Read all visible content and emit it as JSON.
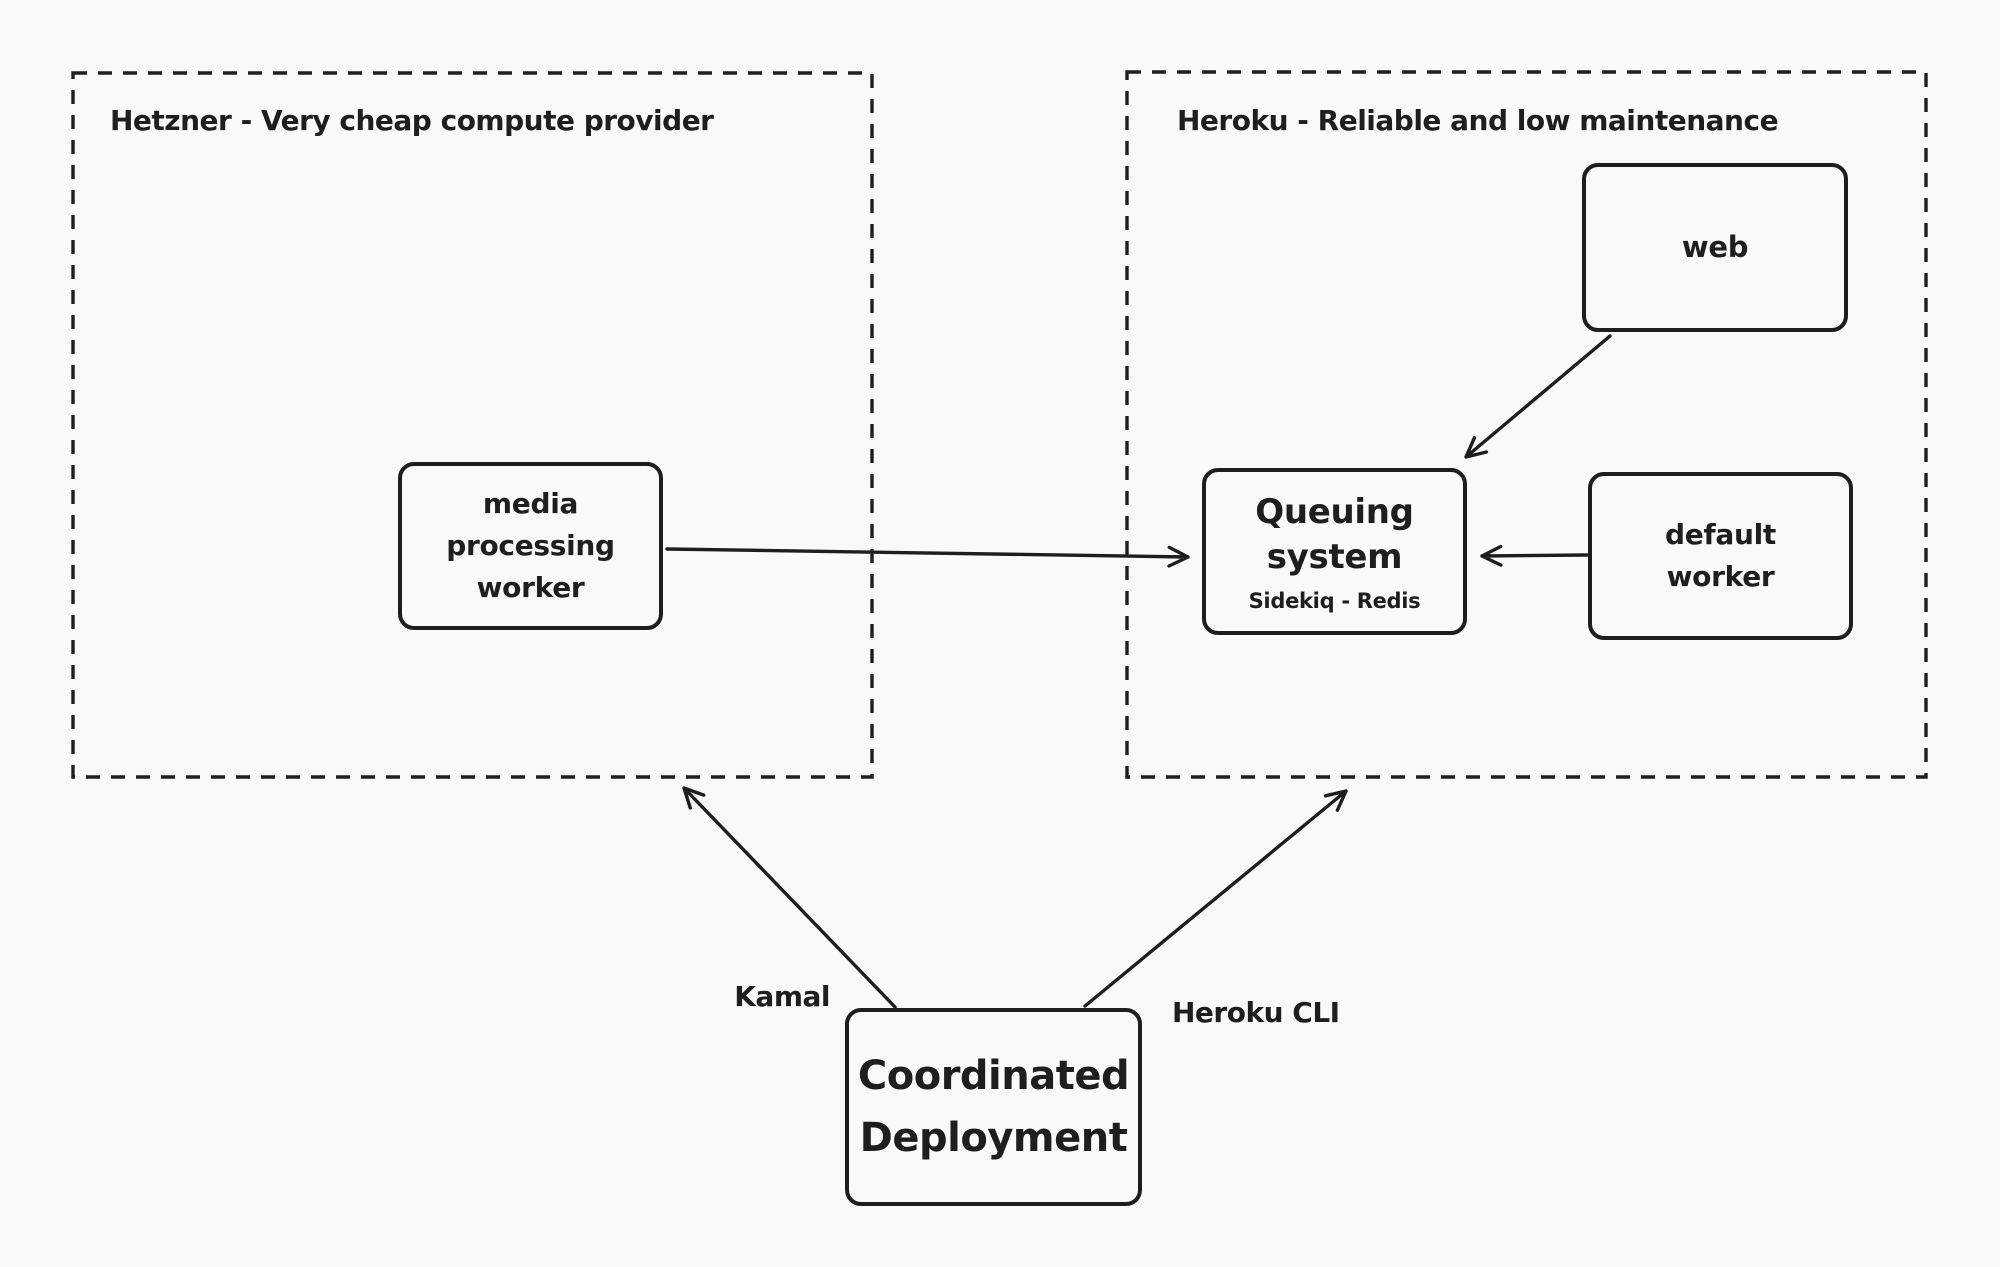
{
  "diagram": {
    "background_color": "#f8f9fa",
    "stroke_color": "#1e1e1e"
  },
  "groups": [
    {
      "id": "hetzner",
      "title": "Hetzner - Very cheap compute provider"
    },
    {
      "id": "heroku",
      "title": "Heroku - Reliable and low maintenance"
    }
  ],
  "nodes": [
    {
      "id": "media-processing-worker",
      "group": "hetzner",
      "label": "media processing worker"
    },
    {
      "id": "web",
      "group": "heroku",
      "label": "web"
    },
    {
      "id": "queuing-system",
      "group": "heroku",
      "title": "Queuing system",
      "subtitle": "Sidekiq - Redis"
    },
    {
      "id": "default-worker",
      "group": "heroku",
      "label": "default worker"
    },
    {
      "id": "coordinated-deployment",
      "label": "Coordinated Deployment"
    }
  ],
  "edges": [
    {
      "from": "media-processing-worker",
      "to": "queuing-system"
    },
    {
      "from": "web",
      "to": "queuing-system"
    },
    {
      "from": "default-worker",
      "to": "queuing-system"
    },
    {
      "from": "coordinated-deployment",
      "to": "hetzner",
      "label": "Kamal"
    },
    {
      "from": "coordinated-deployment",
      "to": "heroku",
      "label": "Heroku CLI"
    }
  ]
}
